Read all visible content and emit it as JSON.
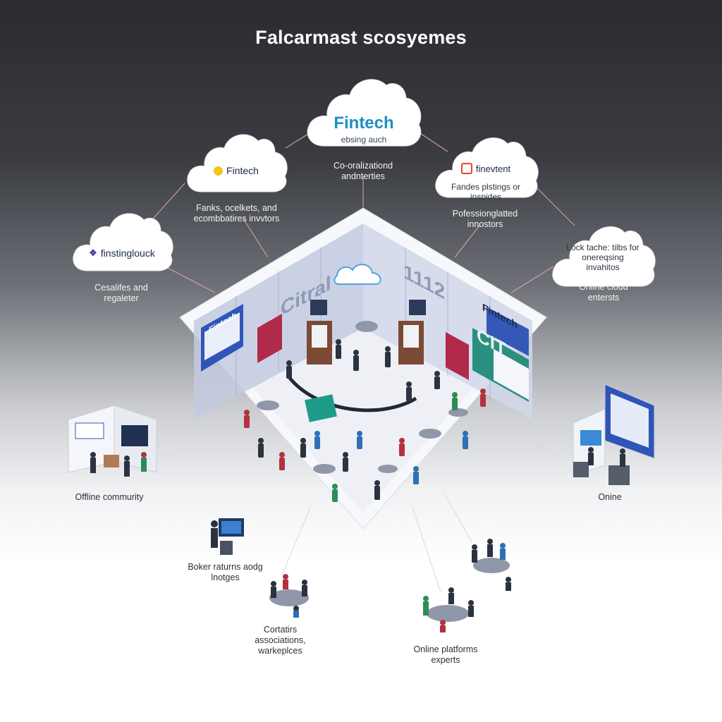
{
  "title": "Falcarmast scosyemes",
  "clouds": {
    "center": {
      "brand": "Fintech",
      "sub": "ebsing auch"
    },
    "left_upper": {
      "brand": "Fintech"
    },
    "left": {
      "brand": "finstinglouck"
    },
    "right_upper": {
      "brand": "finevtent",
      "sub": "Fandes plstings or inspides"
    },
    "right": {
      "sub": "Lock tache: tilbs for onereqsing invahitos"
    }
  },
  "notes": {
    "center_under": "Co-oralizationd andnterties",
    "left_upper": "Fanks, ocelkets, and ecombbatires invvtors",
    "left": "Cesalifes and regaleter",
    "right_upper": "Pofessionglatted innostors",
    "right": "Online cloud entersts",
    "offline_community": "Offline commurity",
    "online": "Onine",
    "boker": "Boker raturns aodg lnotges",
    "cortatirs": "Cortatirs associations, warkeplces",
    "online_platforms": "Online platforms experts"
  },
  "room": {
    "sign_left": "Fintech",
    "sign_center": "Citral",
    "sign_number": "1112",
    "sign_right": "Fintech",
    "sign_cat": "CIT"
  },
  "colors": {
    "accent_blue": "#1d8fc7",
    "line_pink": "#e7a6b7",
    "room_floor": "#eef0f5",
    "brand_purple": "#5b3fa0",
    "brand_red": "#e4452f"
  },
  "icons": [
    "cloud-icon",
    "people-icon",
    "desk-icon",
    "screen-icon"
  ]
}
